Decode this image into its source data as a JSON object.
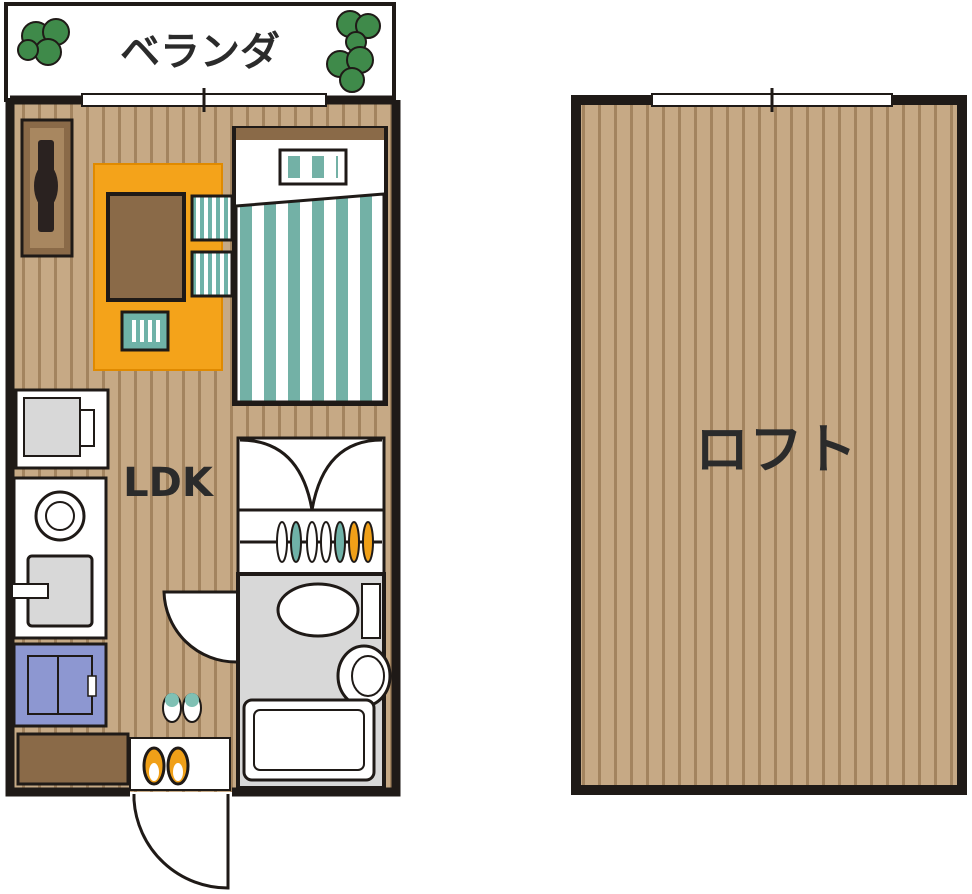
{
  "labels": {
    "veranda": "ベランダ",
    "ldk": "LDK",
    "loft": "ロフト"
  },
  "colors": {
    "wall": "#1f1a17",
    "floor": "#c6a985",
    "floor_stripe": "#9b7c5c",
    "rug": "#f4a31a",
    "table": "#8a6a48",
    "cushion": "#6fb2a8",
    "bed_stripe": "#73b1a6",
    "fridge_blue": "#8d97d1",
    "bath_gray": "#d8d8d8",
    "plant": "#3f8a4a",
    "slipper_teal": "#7fc0b4",
    "slipper_orange": "#f0a018"
  }
}
